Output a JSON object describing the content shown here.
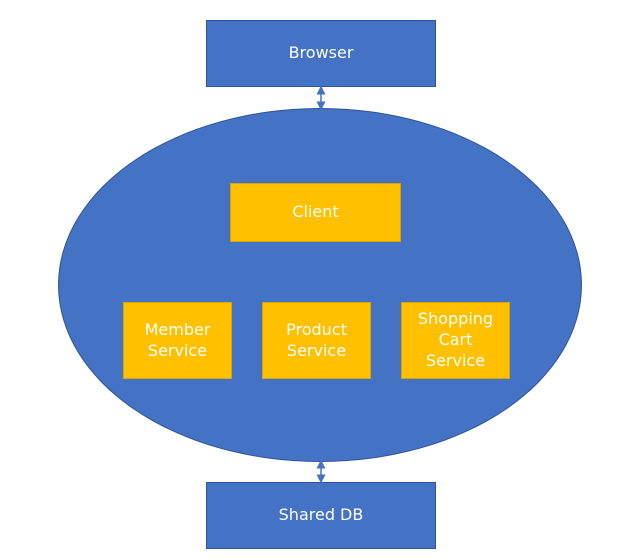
{
  "nodes": {
    "browser": "Browser",
    "client": "Client",
    "member_service": "Member\nService",
    "product_service": "Product\nService",
    "shopping_cart_service": "Shopping\nCart\nService",
    "shared_db": "Shared DB"
  },
  "colors": {
    "container_blue": "#4472c4",
    "service_yellow": "#ffc000",
    "connector": "#4472c4"
  }
}
